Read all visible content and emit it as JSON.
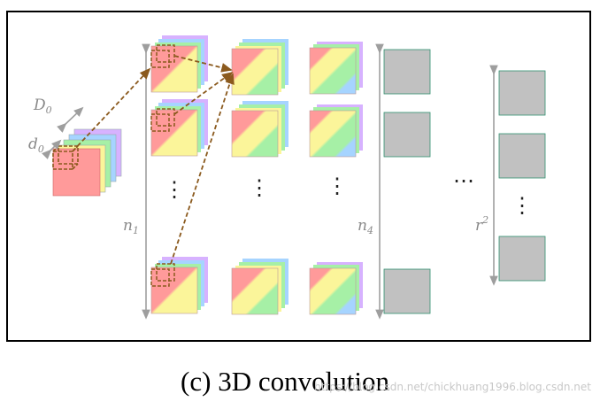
{
  "labels": {
    "D0_main": "D",
    "D0_sub": "0",
    "d0_main": "d",
    "d0_sub": "0",
    "n1_main": "n",
    "n1_sub": "1",
    "n4_main": "n",
    "n4_sub": "4",
    "r2_main": "r",
    "r2_sup": "2",
    "ellipsis": "⋮",
    "hellipsis": "⋯"
  },
  "caption": "(c) 3D convolution",
  "watermark": "https://blog.csdn.net/chickhuang1996.blog.csdn.net",
  "colors": {
    "frame": "#000000",
    "arrow": "#9e9e9e",
    "dashed": "#8b5a1e",
    "red": "#ff9a9a",
    "yellow": "#fbf59a",
    "green": "#a6f0a6",
    "blue": "#a6d4ff",
    "purple": "#d7b2ff",
    "gray": "#c1c1c1",
    "gray_edge": "#2f8f6f"
  }
}
